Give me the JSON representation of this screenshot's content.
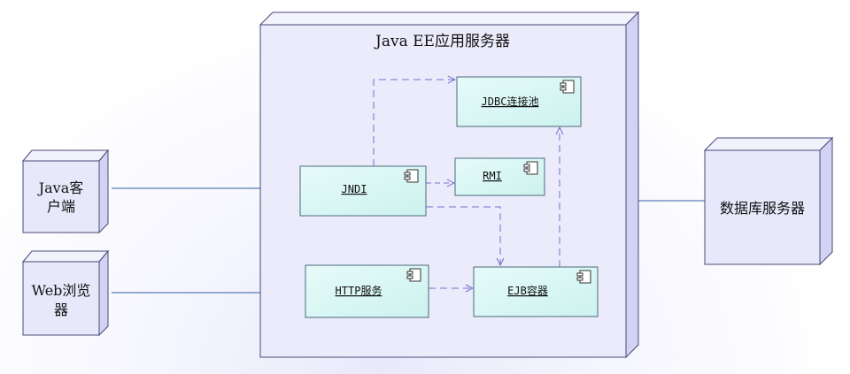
{
  "server": {
    "title": "Java EE应用服务器"
  },
  "clients": {
    "java_client": [
      "Java客",
      "户端"
    ],
    "web_browser": [
      "Web浏览",
      "器"
    ]
  },
  "database": {
    "label": "数据库服务器"
  },
  "components": {
    "jdbc": "JDBC连接池",
    "rmi": "RMI",
    "jndi": "JNDI",
    "http": "HTTP服务",
    "ejb": "EJB容器"
  },
  "colors": {
    "node_fill": "#e8e8fb",
    "node_side": "#d2d2f2",
    "node_stroke": "#4a4a78",
    "component_fill": "#d9f7f5",
    "component_stroke": "#4a6a7a",
    "connector": "#2f5fa8",
    "dependency": "#7070d0"
  }
}
